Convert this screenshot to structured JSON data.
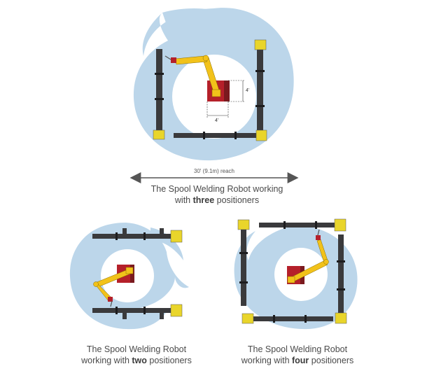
{
  "colors": {
    "zone": "#bcd6ea",
    "pipe": "#3a3a3c",
    "pipe_edge": "#1d1d1f",
    "positioner": "#e9d52b",
    "robot_arm": "#f2c21a",
    "robot_base": "#b5202a",
    "robot_base_dark": "#7a1a1f",
    "arrow": "#555555"
  },
  "top": {
    "reach_label": "30' (9.1m) reach",
    "caption_line1": "The Spool Welding Robot working",
    "caption_pre": "with ",
    "caption_bold": "three",
    "caption_post": " positioners",
    "dim_vertical": "4'",
    "dim_horizontal": "4'"
  },
  "bottom_left": {
    "caption_line1": "The Spool Welding Robot",
    "caption_pre": "working with ",
    "caption_bold": "two",
    "caption_post": " positioners"
  },
  "bottom_right": {
    "caption_line1": "The Spool Welding Robot",
    "caption_pre": "working with ",
    "caption_bold": "four",
    "caption_post": " positioners"
  }
}
